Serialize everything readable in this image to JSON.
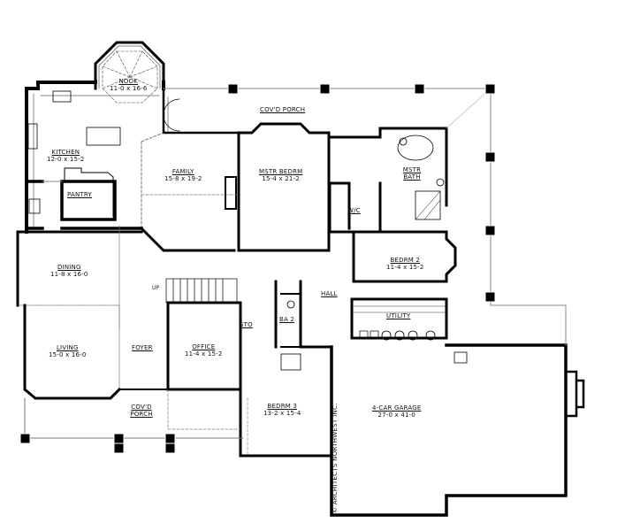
{
  "plan": {
    "type": "floor-plan",
    "credit": "© ARCHITECTS NORTHWEST INC.",
    "stair_label": "UP",
    "rooms": [
      {
        "id": "nook",
        "name": "NOOK",
        "dims": "11-0 x 16-6"
      },
      {
        "id": "kitchen",
        "name": "KITCHEN",
        "dims": "12-0 x 15-2"
      },
      {
        "id": "pantry",
        "name": "PANTRY",
        "dims": ""
      },
      {
        "id": "family",
        "name": "FAMILY",
        "dims": "15-8 x 19-2"
      },
      {
        "id": "mstr-bedrm",
        "name": "MSTR BEDRM",
        "dims": "15-4 x 21-2"
      },
      {
        "id": "mstr-bath",
        "name": "MSTR BATH",
        "dims": ""
      },
      {
        "id": "wic",
        "name": "W/C",
        "dims": ""
      },
      {
        "id": "bedrm-2",
        "name": "BEDRM 2",
        "dims": "11-4 x 15-2"
      },
      {
        "id": "covd-porch-rear",
        "name": "COV'D PORCH",
        "dims": ""
      },
      {
        "id": "dining",
        "name": "DINING",
        "dims": "11-8 x 16-0"
      },
      {
        "id": "living",
        "name": "LIVING",
        "dims": "15-0 x 16-0"
      },
      {
        "id": "foyer",
        "name": "FOYER",
        "dims": ""
      },
      {
        "id": "office",
        "name": "OFFICE",
        "dims": "11-4 x 15-2"
      },
      {
        "id": "sto",
        "name": "STO",
        "dims": ""
      },
      {
        "id": "ba-2",
        "name": "BA 2",
        "dims": ""
      },
      {
        "id": "hall",
        "name": "HALL",
        "dims": ""
      },
      {
        "id": "utility",
        "name": "UTILITY",
        "dims": ""
      },
      {
        "id": "bedrm-3",
        "name": "BEDRM 3",
        "dims": "13-2 x 15-4"
      },
      {
        "id": "covd-porch-front",
        "name": "COV'D PORCH",
        "dims": ""
      },
      {
        "id": "garage",
        "name": "4-CAR GARAGE",
        "dims": "27-0 x 41-0"
      }
    ]
  }
}
